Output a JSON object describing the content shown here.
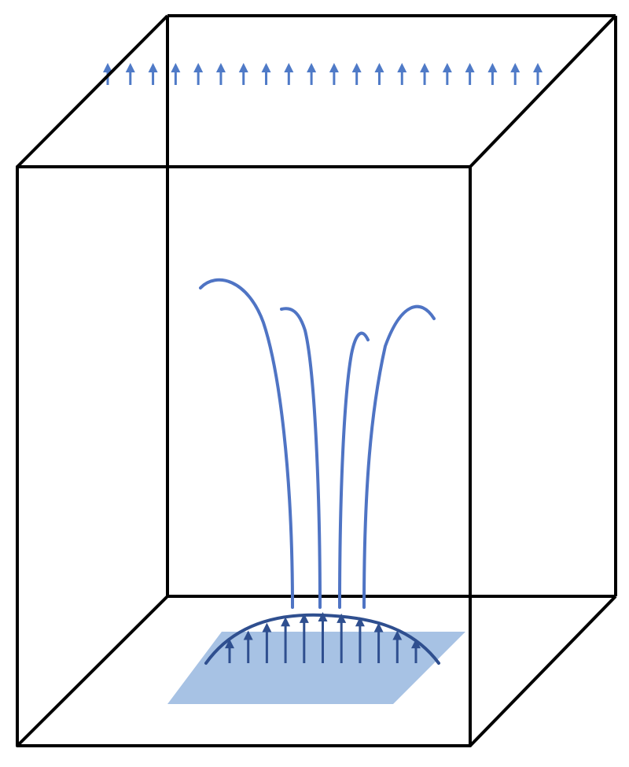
{
  "diagram": {
    "kind": "3d-box-field-lines",
    "colors": {
      "background": "#ffffff",
      "box_edge": "#000000",
      "top_arrows": "#4f7ac7",
      "field_lines": "#4f74c4",
      "patch_fill": "#a7c2e4",
      "patch_arc": "#2f4f8f",
      "patch_arrows": "#2f4f8f"
    },
    "top_arrow_count": 20,
    "field_line_count": 4,
    "patch_arrow_count": 11,
    "patch_arrow_heights_relative": [
      0.45,
      0.62,
      0.78,
      0.9,
      0.97,
      1.0,
      0.97,
      0.9,
      0.78,
      0.62,
      0.45
    ]
  }
}
